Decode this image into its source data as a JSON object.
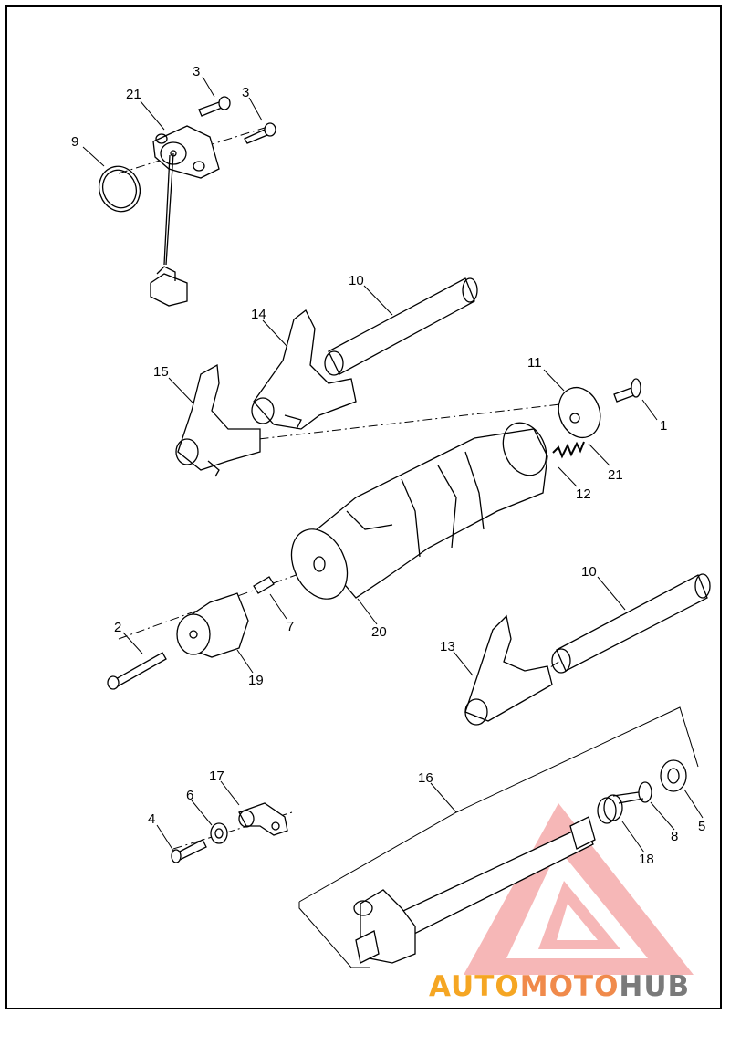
{
  "callouts": [
    {
      "id": "c-3a",
      "label": "3"
    },
    {
      "id": "c-3b",
      "label": "3"
    },
    {
      "id": "c-21a",
      "label": "21"
    },
    {
      "id": "c-9",
      "label": "9"
    },
    {
      "id": "c-10a",
      "label": "10"
    },
    {
      "id": "c-14",
      "label": "14"
    },
    {
      "id": "c-15",
      "label": "15"
    },
    {
      "id": "c-11",
      "label": "11"
    },
    {
      "id": "c-1",
      "label": "1"
    },
    {
      "id": "c-21b",
      "label": "21"
    },
    {
      "id": "c-12",
      "label": "12"
    },
    {
      "id": "c-10b",
      "label": "10"
    },
    {
      "id": "c-2",
      "label": "2"
    },
    {
      "id": "c-7",
      "label": "7"
    },
    {
      "id": "c-20",
      "label": "20"
    },
    {
      "id": "c-19",
      "label": "19"
    },
    {
      "id": "c-13",
      "label": "13"
    },
    {
      "id": "c-16",
      "label": "16"
    },
    {
      "id": "c-17",
      "label": "17"
    },
    {
      "id": "c-6",
      "label": "6"
    },
    {
      "id": "c-4",
      "label": "4"
    },
    {
      "id": "c-5",
      "label": "5"
    },
    {
      "id": "c-8",
      "label": "8"
    },
    {
      "id": "c-18",
      "label": "18"
    }
  ],
  "watermark": {
    "part1": "AUTO",
    "part2": "MOTO",
    "part3": "HUB",
    "colors": {
      "part1": "#f5a623",
      "part2": "#f08a4b",
      "part3": "#7a7a7a",
      "logo": "#f4a0a0"
    }
  }
}
